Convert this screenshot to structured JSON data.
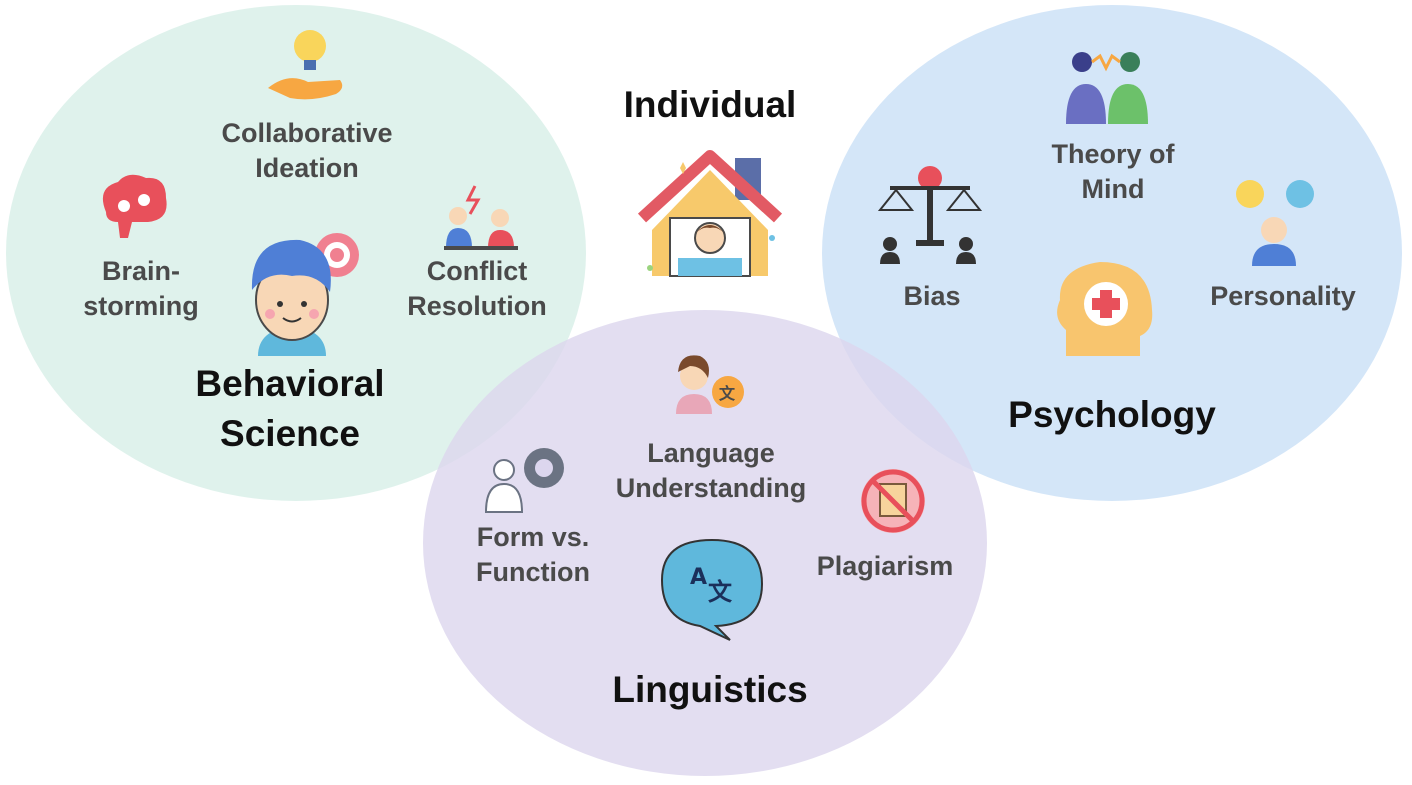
{
  "title": "Individual",
  "circles": {
    "behavioral": {
      "title_lines": [
        "Behavioral",
        "Science"
      ],
      "color": "#dff3ee",
      "items": {
        "collaborative_ideation": [
          "Collaborative",
          "Ideation"
        ],
        "brainstorming": [
          "Brain-",
          "storming"
        ],
        "conflict_resolution": [
          "Conflict",
          "Resolution"
        ]
      }
    },
    "psychology": {
      "title": "Psychology",
      "color": "#d5e8f8",
      "items": {
        "theory_of_mind": [
          "Theory of",
          "Mind"
        ],
        "bias": "Bias",
        "personality": "Personality"
      }
    },
    "linguistics": {
      "title": "Linguistics",
      "color": "#e1dcf0",
      "items": {
        "language_understanding": [
          "Language",
          "Understanding"
        ],
        "form_vs_function": [
          "Form vs.",
          "Function"
        ],
        "plagiarism": "Plagiarism"
      }
    }
  },
  "icons": {
    "center": "individual-house-icon",
    "behavioral_main": "child-with-gear-icon",
    "brainstorming": "brain-gears-icon",
    "ideation": "lightbulb-hand-icon",
    "conflict": "people-argue-icon",
    "psychology_main": "head-medical-icon",
    "theory_of_mind": "connected-people-icon",
    "bias": "balance-scale-icon",
    "personality": "emotion-face-icon",
    "linguistics_main": "translate-bubble-icon",
    "language": "person-translate-icon",
    "form_function": "statue-gear-icon",
    "plagiarism": "no-copy-icon"
  }
}
